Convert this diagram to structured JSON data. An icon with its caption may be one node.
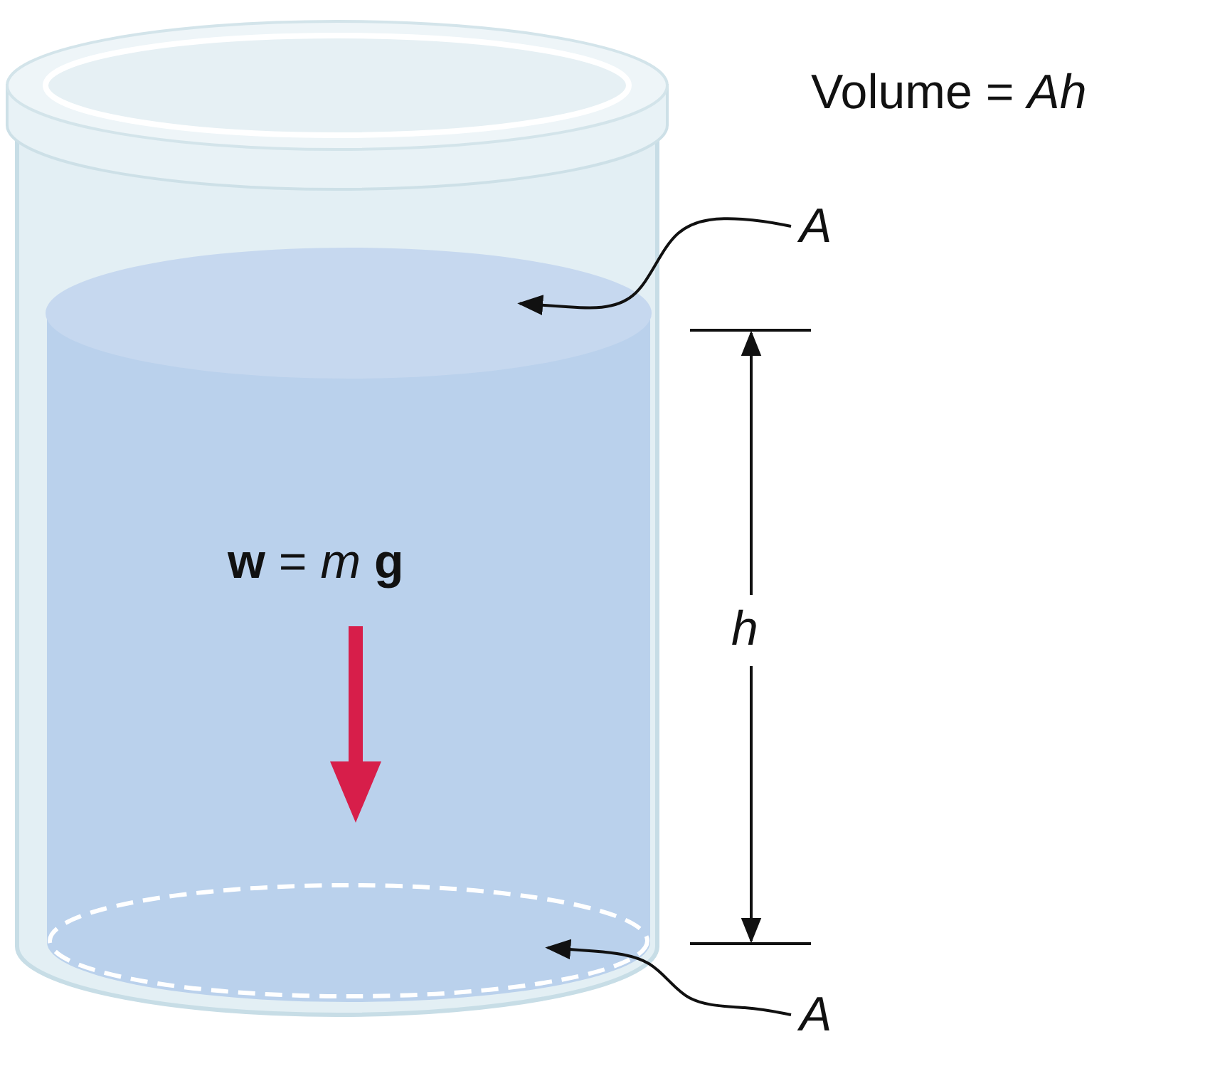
{
  "diagram": {
    "nodes": [
      {
        "text": [
          "*A*"
        ]
      },
      {
        "text": [],
        "shape": "ellipse"
      },
      {
        "text": [
          "*A*"
        ]
      },
      {
        "text": [],
        "shape": "ellipse"
      }
    ],
    "edges": [
      {
        "from": 0,
        "to": 1,
        "arrow": "to"
      },
      {
        "from": 2,
        "to": 3,
        "arrow": "to"
      }
    ],
    "labels": [
      "Volume = *Ah*",
      "**w** = *m* **g**",
      "*h*"
    ]
  }
}
